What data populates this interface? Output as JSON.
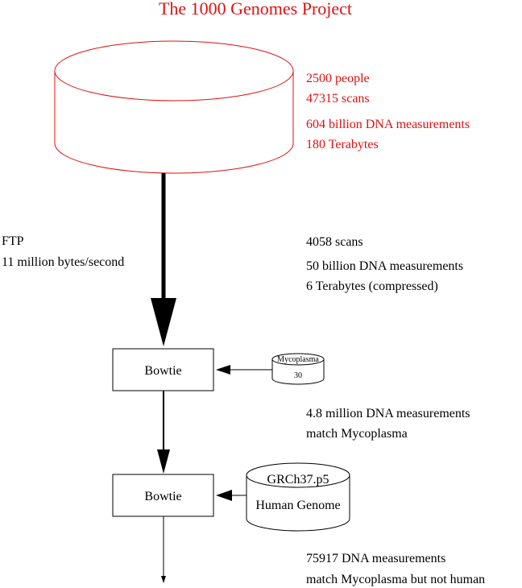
{
  "title": "The 1000 Genomes Project",
  "source_db": {
    "stats": [
      "2500 people",
      "47315 scans",
      "604 billion DNA measurements",
      "180 Terabytes"
    ]
  },
  "transfer": {
    "method": "FTP",
    "rate": "11 million bytes/second"
  },
  "download_stats": [
    "4058 scans",
    "50 billion DNA measurements",
    "6 Terabytes (compressed)"
  ],
  "bowtie_1": {
    "label": "Bowtie",
    "reference": {
      "name": "Mycoplasma",
      "count": "30"
    },
    "result": [
      "4.8 million DNA measurements",
      "match Mycoplasma"
    ]
  },
  "bowtie_2": {
    "label": "Bowtie",
    "reference": {
      "name": "GRCh37.p5",
      "subtitle": "Human Genome"
    },
    "result": [
      "75917 DNA measurements",
      "match Mycoplasma but not human"
    ]
  },
  "colors": {
    "accent": "#e01010",
    "ink": "#000000"
  }
}
